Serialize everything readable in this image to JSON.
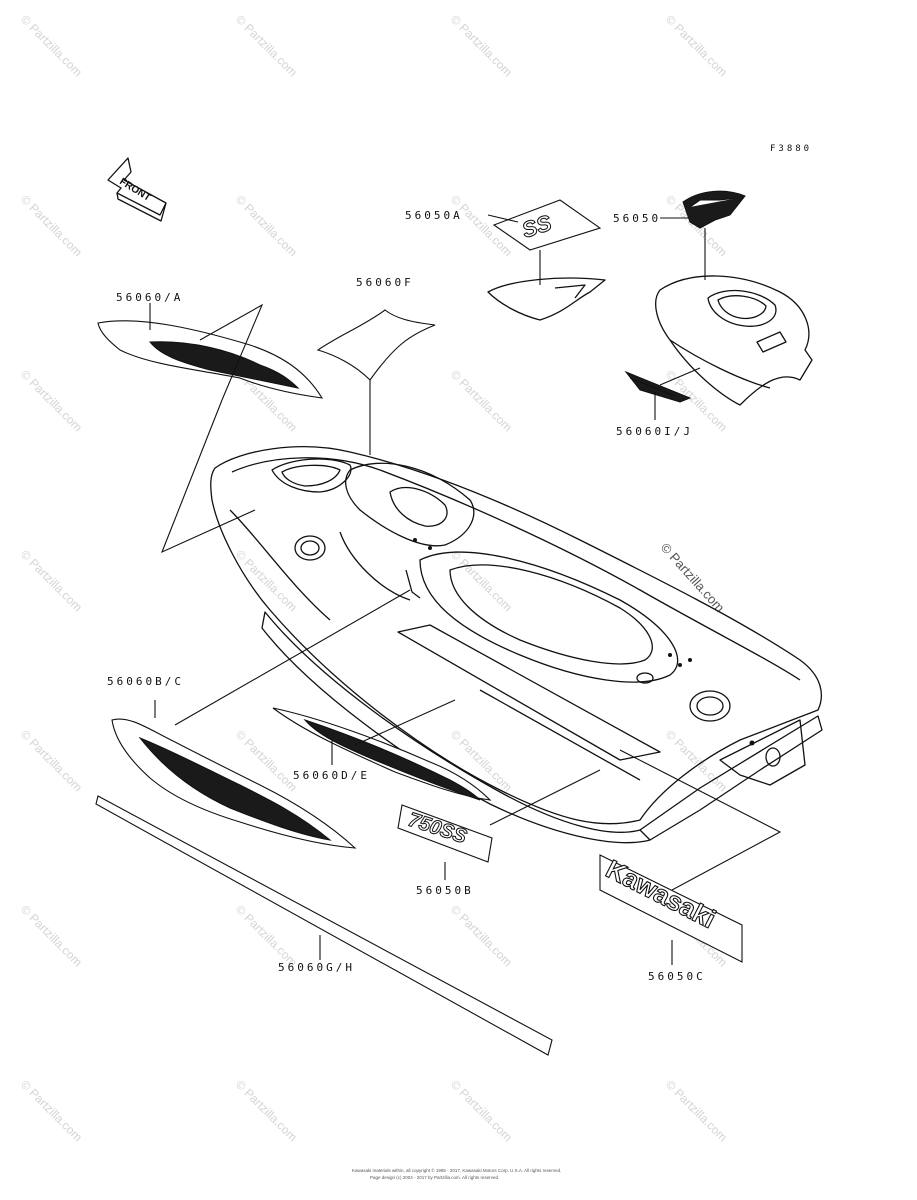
{
  "figure_code": "F3880",
  "front_arrow_label": "FRONT",
  "labels": {
    "p56050A": "56050A",
    "p56050": "56050",
    "p56060F": "56060F",
    "p56060A": "56060/A",
    "p56060IJ": "56060I/J",
    "p56060BC": "56060B/C",
    "p56060DE": "56060D/E",
    "p56050B": "56050B",
    "p56060GH": "56060G/H",
    "p56050C": "56050C"
  },
  "decal_text": {
    "ss": "SS",
    "model": "750SS",
    "brand": "Kawasaki"
  },
  "watermark": "© Partzilla.com",
  "footer": {
    "line1": "Kawasaki materials within, all copyright © 1995 - 2017, Kawasaki Motors Corp. U.S.A. All rights reserved.",
    "line2": "Page design (c) 2004 - 2017 by Partzilla.com. All rights reserved."
  }
}
